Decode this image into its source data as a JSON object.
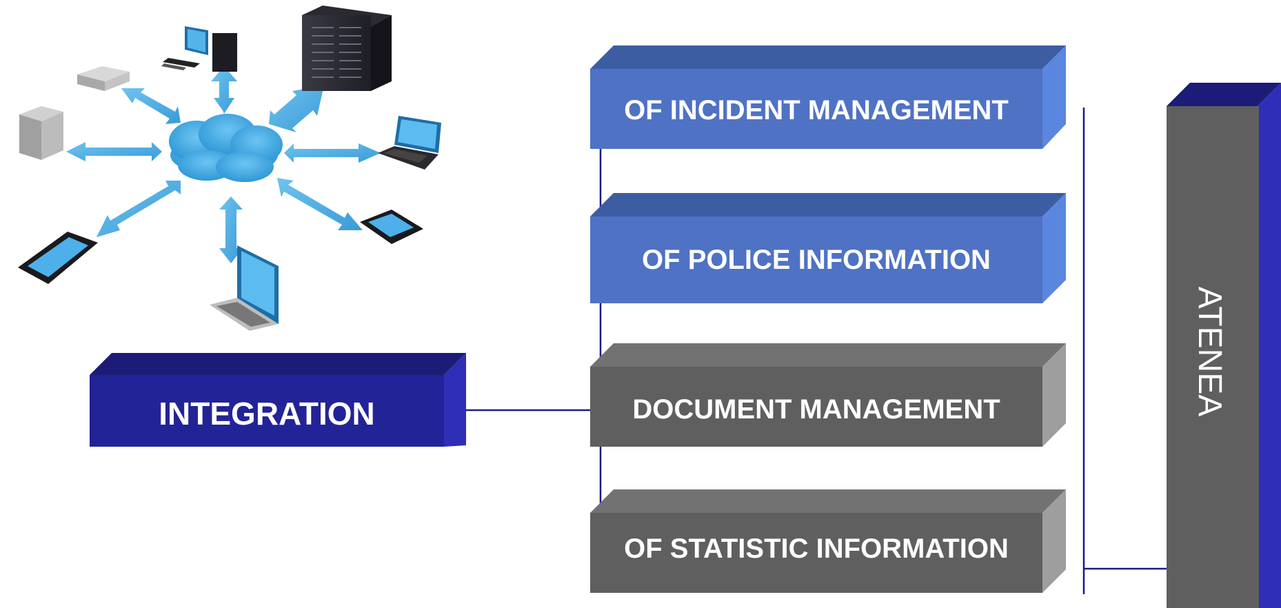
{
  "diagram": {
    "integration_label": "INTEGRATION",
    "modules": [
      {
        "label": "OF INCIDENT MANAGEMENT",
        "color_theme": "blue"
      },
      {
        "label": "OF POLICE INFORMATION",
        "color_theme": "blue"
      },
      {
        "label": "DOCUMENT MANAGEMENT",
        "color_theme": "gray"
      },
      {
        "label": "OF STATISTIC INFORMATION",
        "color_theme": "gray"
      }
    ],
    "system_label": "ATENEA"
  },
  "colors": {
    "blue_front": "#4f72c4",
    "blue_top": "#3d5da3",
    "blue_side": "#5b86e0",
    "gray_front": "#5f5f5f",
    "gray_top": "#727272",
    "gray_side": "#9e9e9e",
    "navy_front": "#232398",
    "navy_top": "#1c1c78",
    "navy_side": "#2e2eb8",
    "connector": "#1a1a8c",
    "network_accent": "#3ea6e0"
  },
  "icons": [
    "network-cloud-icon",
    "server-icon",
    "desktop-icon",
    "laptop-icon",
    "smartphone-icon",
    "storage-icon"
  ]
}
